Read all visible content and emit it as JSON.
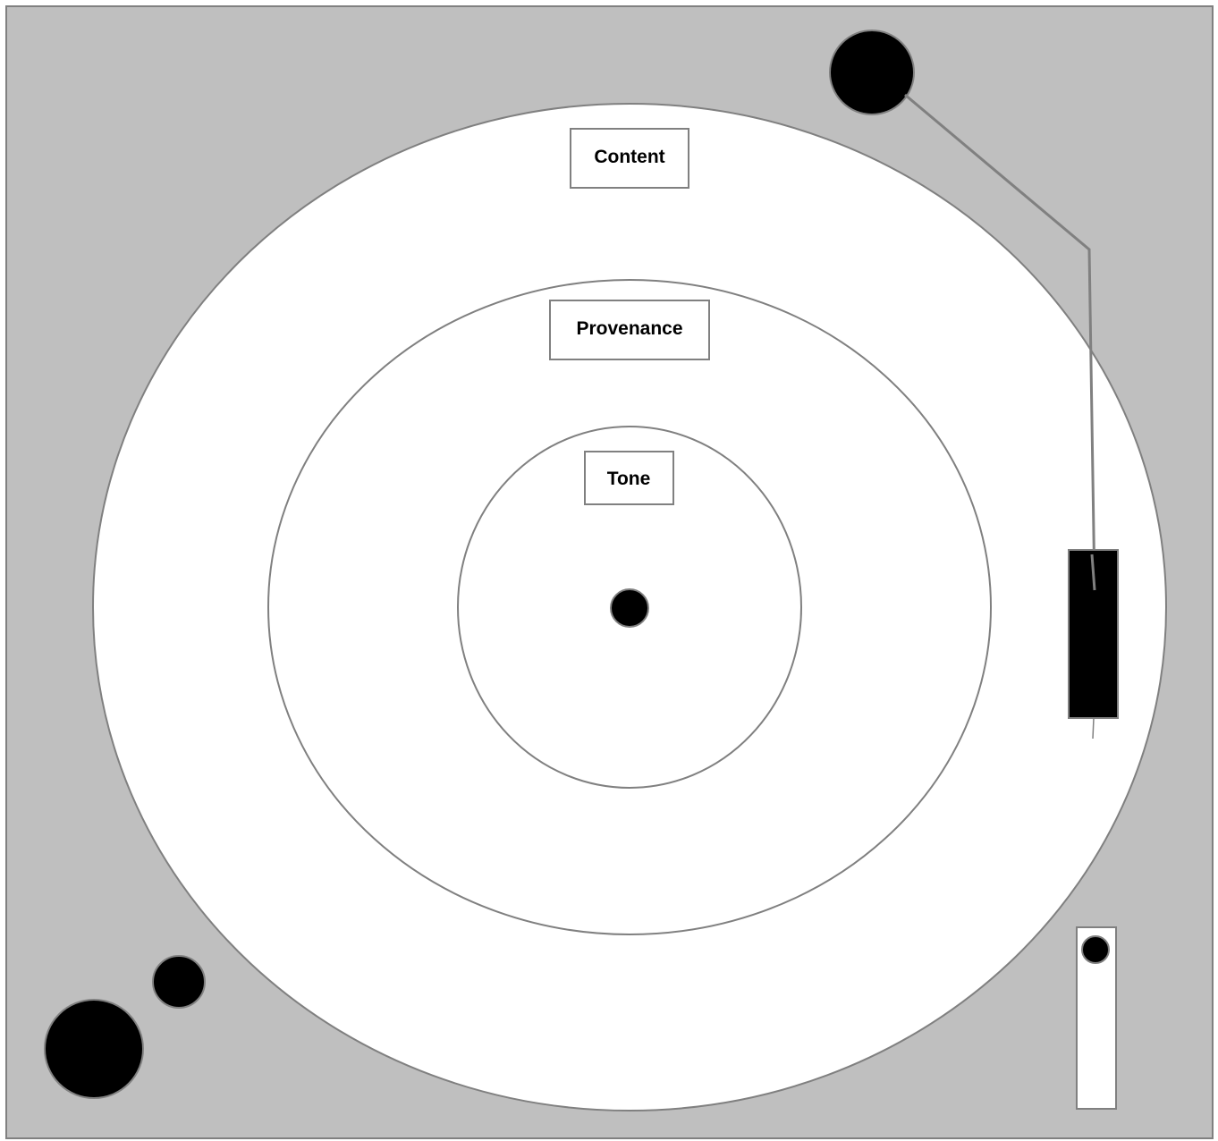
{
  "diagram": {
    "labels": {
      "content": "Content",
      "provenance": "Provenance",
      "tone": "Tone"
    },
    "colors": {
      "plinth": "#bfbfbf",
      "stroke": "#808080",
      "record": "#ffffff",
      "knob": "#000000",
      "label_text": "#000000"
    }
  }
}
